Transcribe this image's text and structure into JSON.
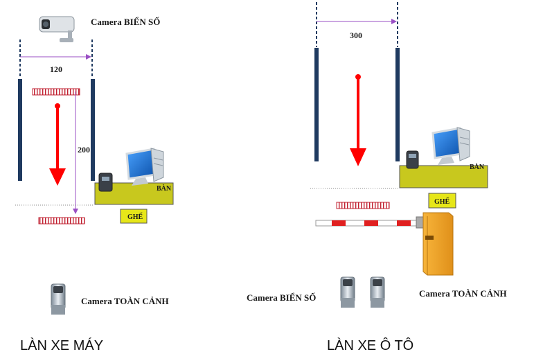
{
  "left_lane": {
    "title": "LÀN XE MÁY",
    "width_dim": "120",
    "length_dim": "200",
    "plate_camera_label": "Camera BIỂN SỐ",
    "overview_camera_label": "Camera TOÀN CẢNH",
    "desk_label": "BÀN",
    "chair_label": "GHẾ"
  },
  "right_lane": {
    "title": "LÀN XE Ô TÔ",
    "width_dim": "300",
    "plate_camera_label": "Camera BIỂN SỐ",
    "overview_camera_label": "Camera TOÀN CẢNH",
    "desk_label": "BÀN",
    "chair_label": "GHẾ"
  },
  "colors": {
    "post": "#1f3a60",
    "desk": "#c8c81e",
    "chair": "#e6e619",
    "arrow": "#ff0000",
    "dimension": "#9a4fc4",
    "barrier_cabinet": "#f5a623",
    "boom_red": "#e02020",
    "loop_detector": "#c02030"
  }
}
